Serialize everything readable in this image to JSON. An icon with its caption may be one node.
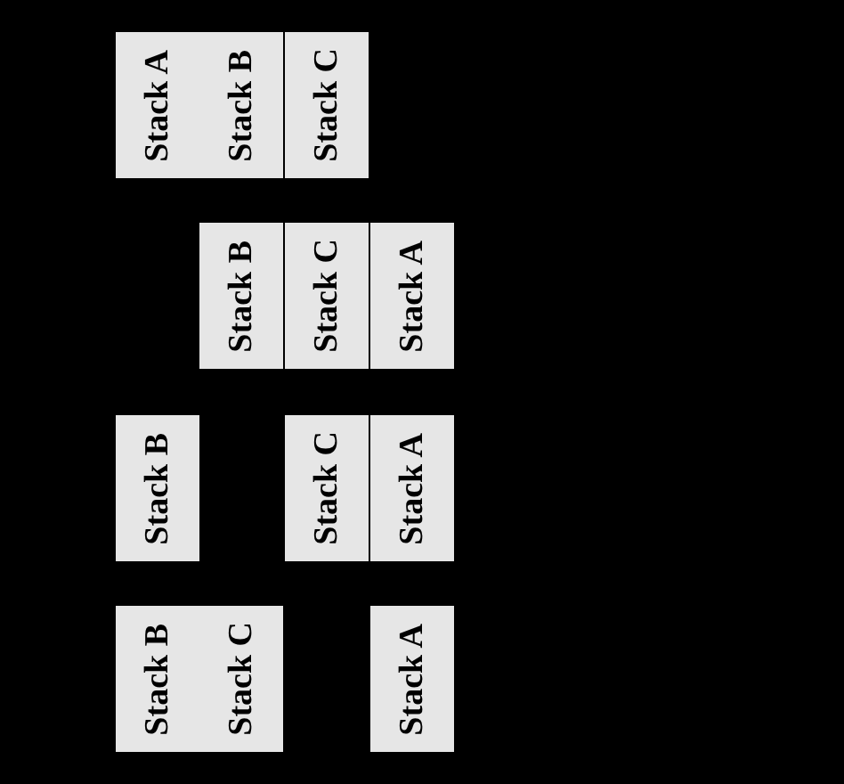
{
  "diagram": {
    "nodes": [
      {
        "text": [
          "Stack A"
        ]
      },
      {
        "text": [
          "Stack B"
        ]
      },
      {
        "text": [
          "Stack C"
        ]
      },
      {
        "text": [
          "Stack B"
        ]
      },
      {
        "text": [
          "Stack C"
        ]
      },
      {
        "text": [
          "Stack A"
        ]
      },
      {
        "text": [
          "Stack B"
        ]
      },
      {
        "text": [
          "Stack C"
        ]
      },
      {
        "text": [
          "Stack A"
        ]
      },
      {
        "text": [
          "Stack B"
        ]
      },
      {
        "text": [
          "Stack C"
        ]
      },
      {
        "text": [
          "Stack A"
        ]
      }
    ]
  }
}
